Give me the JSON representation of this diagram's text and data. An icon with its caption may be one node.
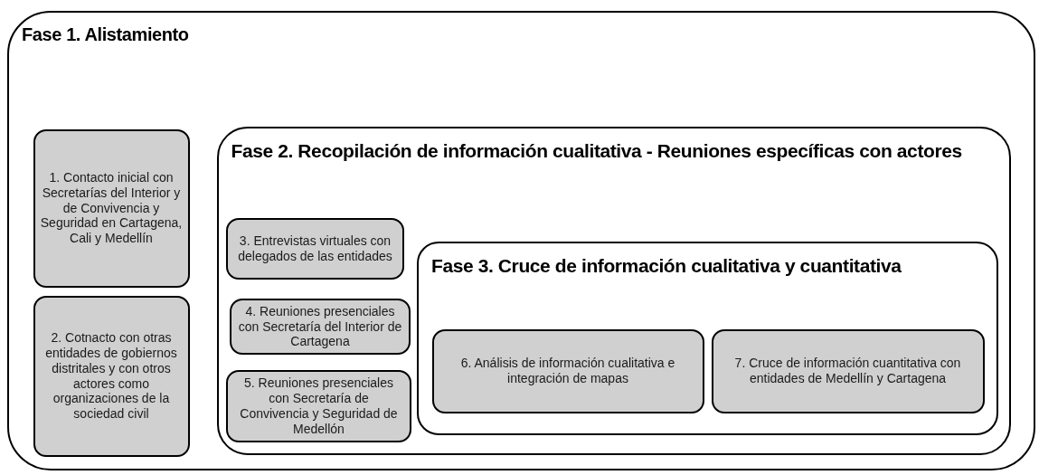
{
  "diagram": {
    "nodes": [
      {
        "text": [
          "Fase 1. Alistamiento"
        ]
      },
      {
        "text": [
          "1. Contacto inicial con Secretarías del Interior y de Convivencia y Seguridad en Cartagena, Cali y Medellín"
        ],
        "in": 0
      },
      {
        "text": [
          "2. Cotnacto con otras entidades de gobiernos distritales y con otros actores como organizaciones de la sociedad civil"
        ],
        "in": 0
      },
      {
        "text": [
          "Fase 2. Recopilación de información cualitativa - Reuniones específicas con actores"
        ],
        "in": 0
      },
      {
        "text": [
          "3. Entrevistas virtuales con delegados de las entidades"
        ],
        "in": 3
      },
      {
        "text": [
          "4. Reuniones presenciales con Secretaría del Interior de Cartagena"
        ],
        "in": 3
      },
      {
        "text": [
          "5. Reuniones presenciales con Secretaría de Convivencia y Seguridad de Medellón"
        ],
        "in": 3
      },
      {
        "text": [
          "Fase 3. Cruce de información cualitativa y cuantitativa"
        ],
        "in": 3
      },
      {
        "text": [
          "6. Análisis de información cualitativa e integración de mapas"
        ],
        "in": 7
      },
      {
        "text": [
          "7. Cruce de información cuantitativa con entidades de Medellín y Cartagena"
        ],
        "in": 7
      }
    ]
  }
}
